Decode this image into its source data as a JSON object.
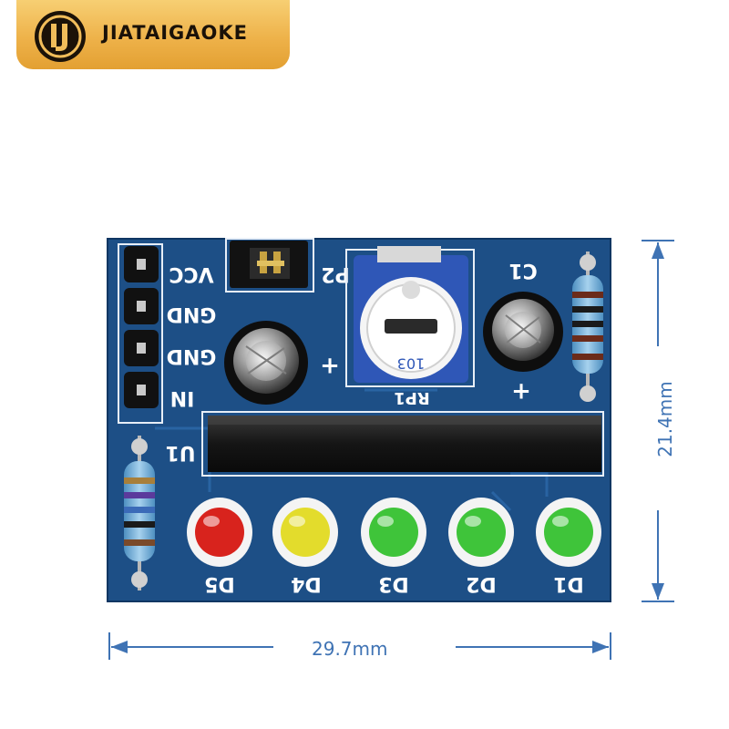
{
  "brand": {
    "name": "JIATAIGAOKE"
  },
  "board": {
    "header_pins": [
      "VCC",
      "GND",
      "GND",
      "IN"
    ],
    "jumper_label": "P2",
    "pot_label": "RP1",
    "pot_marking": "103",
    "cap_c1_label": "C1",
    "chip_label": "U1",
    "polarity_mark": "+",
    "leds": [
      {
        "label": "D5",
        "color": "#d8231d"
      },
      {
        "label": "D4",
        "color": "#e3dc2c"
      },
      {
        "label": "D3",
        "color": "#3fc43a"
      },
      {
        "label": "D2",
        "color": "#3fc43a"
      },
      {
        "label": "D1",
        "color": "#3fc43a"
      }
    ],
    "pcb_color": "#1d4f86"
  },
  "dimensions": {
    "width": "29.7mm",
    "height": "21.4mm"
  }
}
